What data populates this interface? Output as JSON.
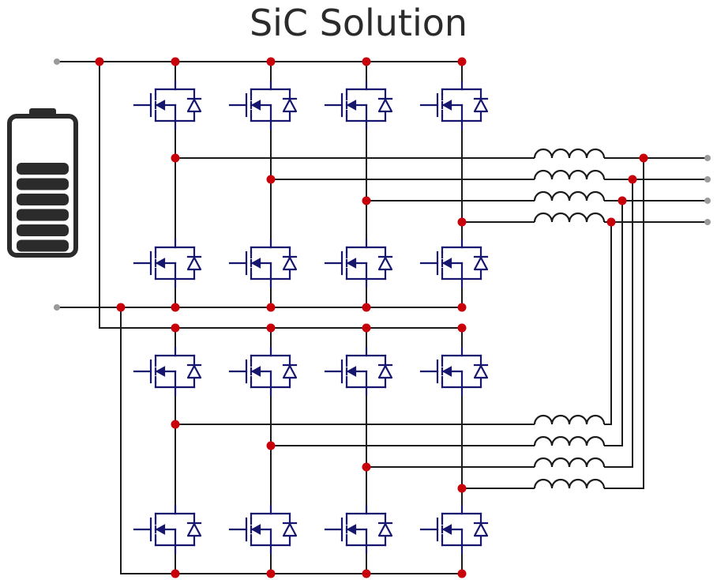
{
  "title": "SiC Solution",
  "colors": {
    "wire": "#1a1a1a",
    "mosfet": "#16166e",
    "junction": "#c8000a",
    "terminal": "#9a9a9a",
    "inductor": "#1a1a1a",
    "battery": "#2b2b2b"
  },
  "icons": [
    "battery-icon",
    "mosfet-icon",
    "inductor-icon",
    "junction-dot",
    "terminal-dot"
  ],
  "circuit": {
    "inverters": 2,
    "legs_per_inverter": 4,
    "switches_per_leg": 2,
    "inductors_per_inverter": 4,
    "battery_charge_bars": 6,
    "output_terminals": 4,
    "input_terminals": 2
  }
}
